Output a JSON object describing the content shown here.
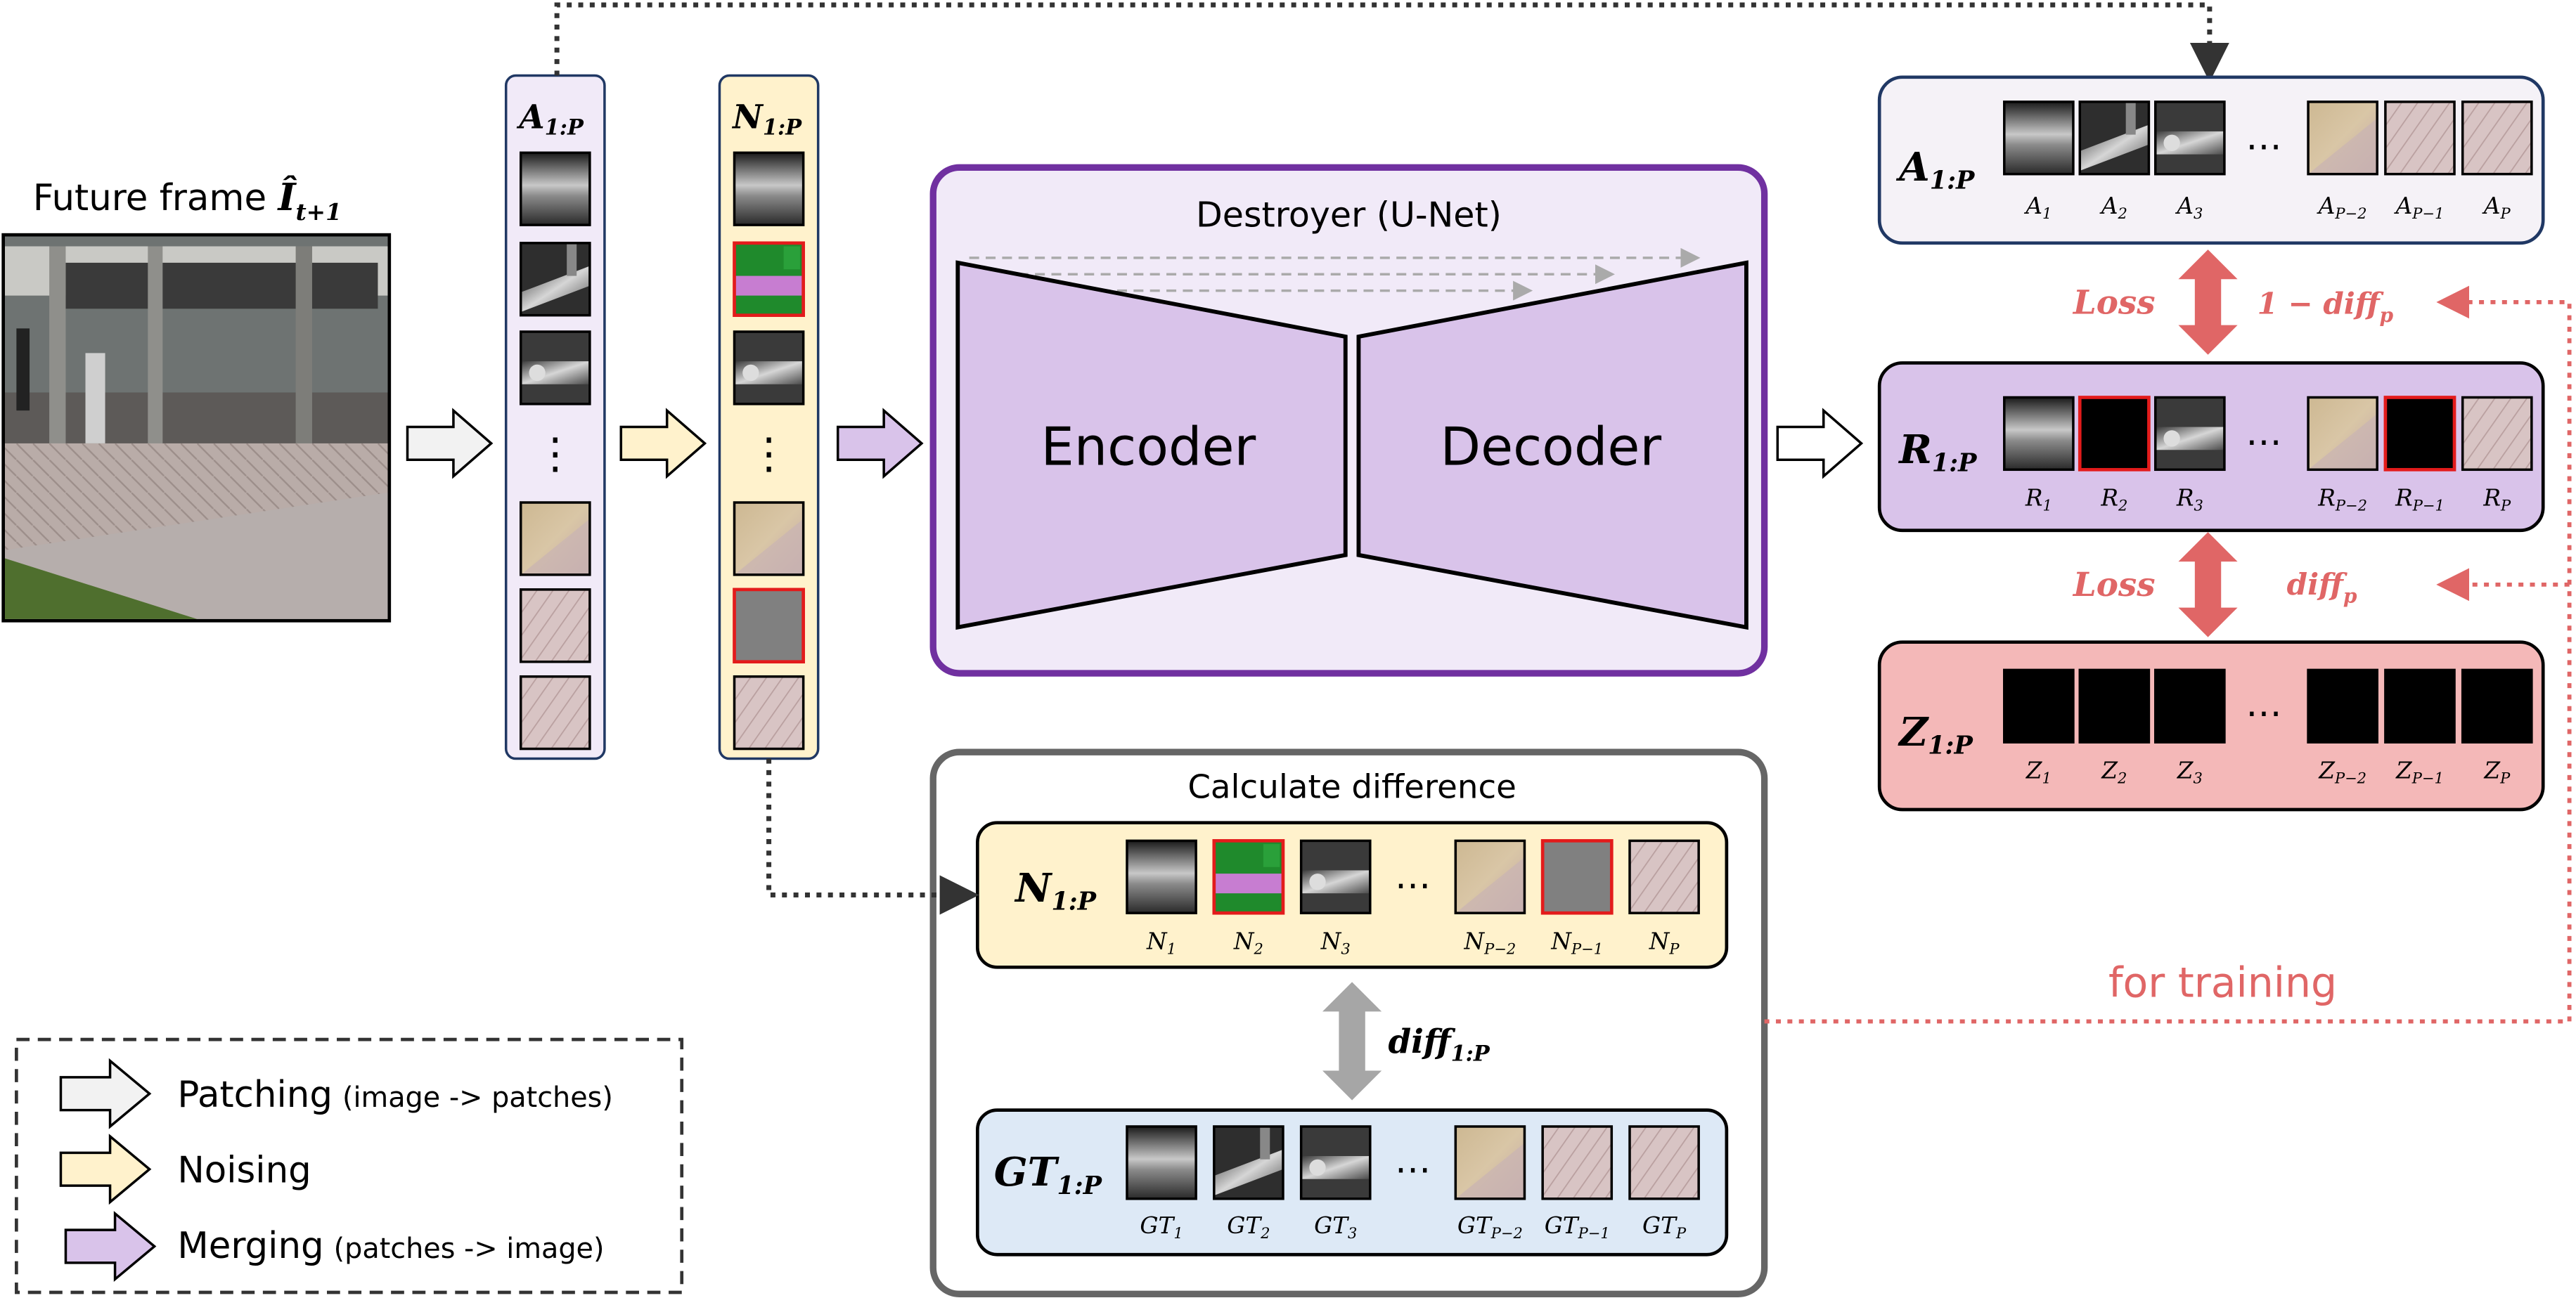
{
  "future_frame": {
    "label": "Future frame ",
    "symbol": "Î",
    "subscript": "t+1"
  },
  "destroyer": {
    "title": "Destroyer (U-Net)",
    "encoder": "Encoder",
    "decoder": "Decoder"
  },
  "calc": {
    "title": "Calculate difference",
    "diff_main": "diff",
    "diff_sub": "1:P"
  },
  "loss": {
    "top_label": "Loss",
    "top_weight": "1 − diff",
    "top_weight_sub": "p",
    "bottom_label": "Loss",
    "bottom_weight": "diff",
    "bottom_weight_sub": "p"
  },
  "for_training": "for training",
  "ellipsis": "…",
  "vertical_ellipsis": "⋮",
  "colA": {
    "main": "A",
    "sub": "1:P"
  },
  "colN": {
    "main": "N",
    "sub": "1:P"
  },
  "rows": {
    "A": {
      "main": "A",
      "sub": "1:P",
      "labels": [
        [
          "A",
          "1"
        ],
        [
          "A",
          "2"
        ],
        [
          "A",
          "3"
        ],
        [
          "A",
          "P−2"
        ],
        [
          "A",
          "P−1"
        ],
        [
          "A",
          "P"
        ]
      ]
    },
    "R": {
      "main": "R",
      "sub": "1:P",
      "labels": [
        [
          "R",
          "1"
        ],
        [
          "R",
          "2"
        ],
        [
          "R",
          "3"
        ],
        [
          "R",
          "P−2"
        ],
        [
          "R",
          "P−1"
        ],
        [
          "R",
          "P"
        ]
      ]
    },
    "Z": {
      "main": "Z",
      "sub": "1:P",
      "labels": [
        [
          "Z",
          "1"
        ],
        [
          "Z",
          "2"
        ],
        [
          "Z",
          "3"
        ],
        [
          "Z",
          "P−2"
        ],
        [
          "Z",
          "P−1"
        ],
        [
          "Z",
          "P"
        ]
      ]
    },
    "N": {
      "main": "N",
      "sub": "1:P",
      "labels": [
        [
          "N",
          "1"
        ],
        [
          "N",
          "2"
        ],
        [
          "N",
          "3"
        ],
        [
          "N",
          "P−2"
        ],
        [
          "N",
          "P−1"
        ],
        [
          "N",
          "P"
        ]
      ]
    },
    "GT": {
      "main": "GT",
      "sub": "1:P",
      "labels": [
        [
          "GT",
          "1"
        ],
        [
          "GT",
          "2"
        ],
        [
          "GT",
          "3"
        ],
        [
          "GT",
          "P−2"
        ],
        [
          "GT",
          "P−1"
        ],
        [
          "GT",
          "P"
        ]
      ]
    }
  },
  "legend": {
    "patching": "Patching",
    "patching_note": "(image -> patches)",
    "noising": "Noising",
    "merging": "Merging",
    "merging_note": "(patches -> image)"
  },
  "colors": {
    "purple_border": "#7030a0",
    "purple_fill": "#f1eaf8",
    "trap_fill": "#d9c3ea",
    "yellow_fill": "#fff2cc",
    "red_fill": "#f4b8b8",
    "blue_fill": "#dde9f6",
    "loss_red": "#e06666",
    "gray_arrow": "#a6a6a6"
  }
}
